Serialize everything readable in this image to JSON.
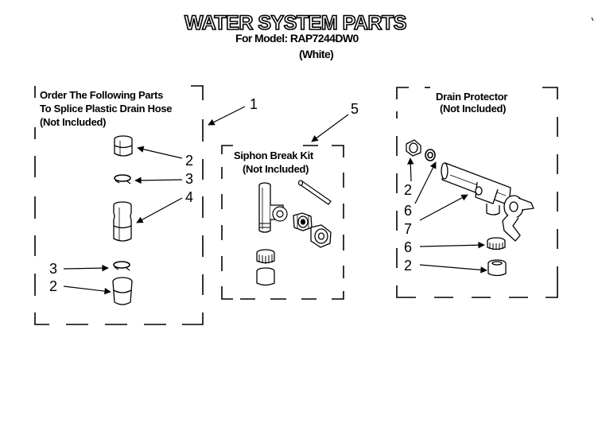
{
  "header": {
    "title": "WATER SYSTEM PARTS",
    "model": "For Model: RAP7244DW0",
    "color": "(White)"
  },
  "splice_group": {
    "caption_line1": "Order The Following Parts",
    "caption_line2": "To Splice Plastic Drain Hose",
    "caption_line3": "(Not Included)",
    "callout_number": "1",
    "part_labels": [
      "2",
      "3",
      "4",
      "3",
      "2"
    ]
  },
  "siphon_group": {
    "caption_line1": "Siphon Break Kit",
    "caption_line2": "(Not Included)",
    "callout_number": "5"
  },
  "drain_group": {
    "caption_line1": "Drain Protector",
    "caption_line2": "(Not Included)",
    "part_labels": [
      "2",
      "6",
      "7",
      "6",
      "2"
    ]
  },
  "colors": {
    "ink": "#000000",
    "paper": "#ffffff"
  }
}
